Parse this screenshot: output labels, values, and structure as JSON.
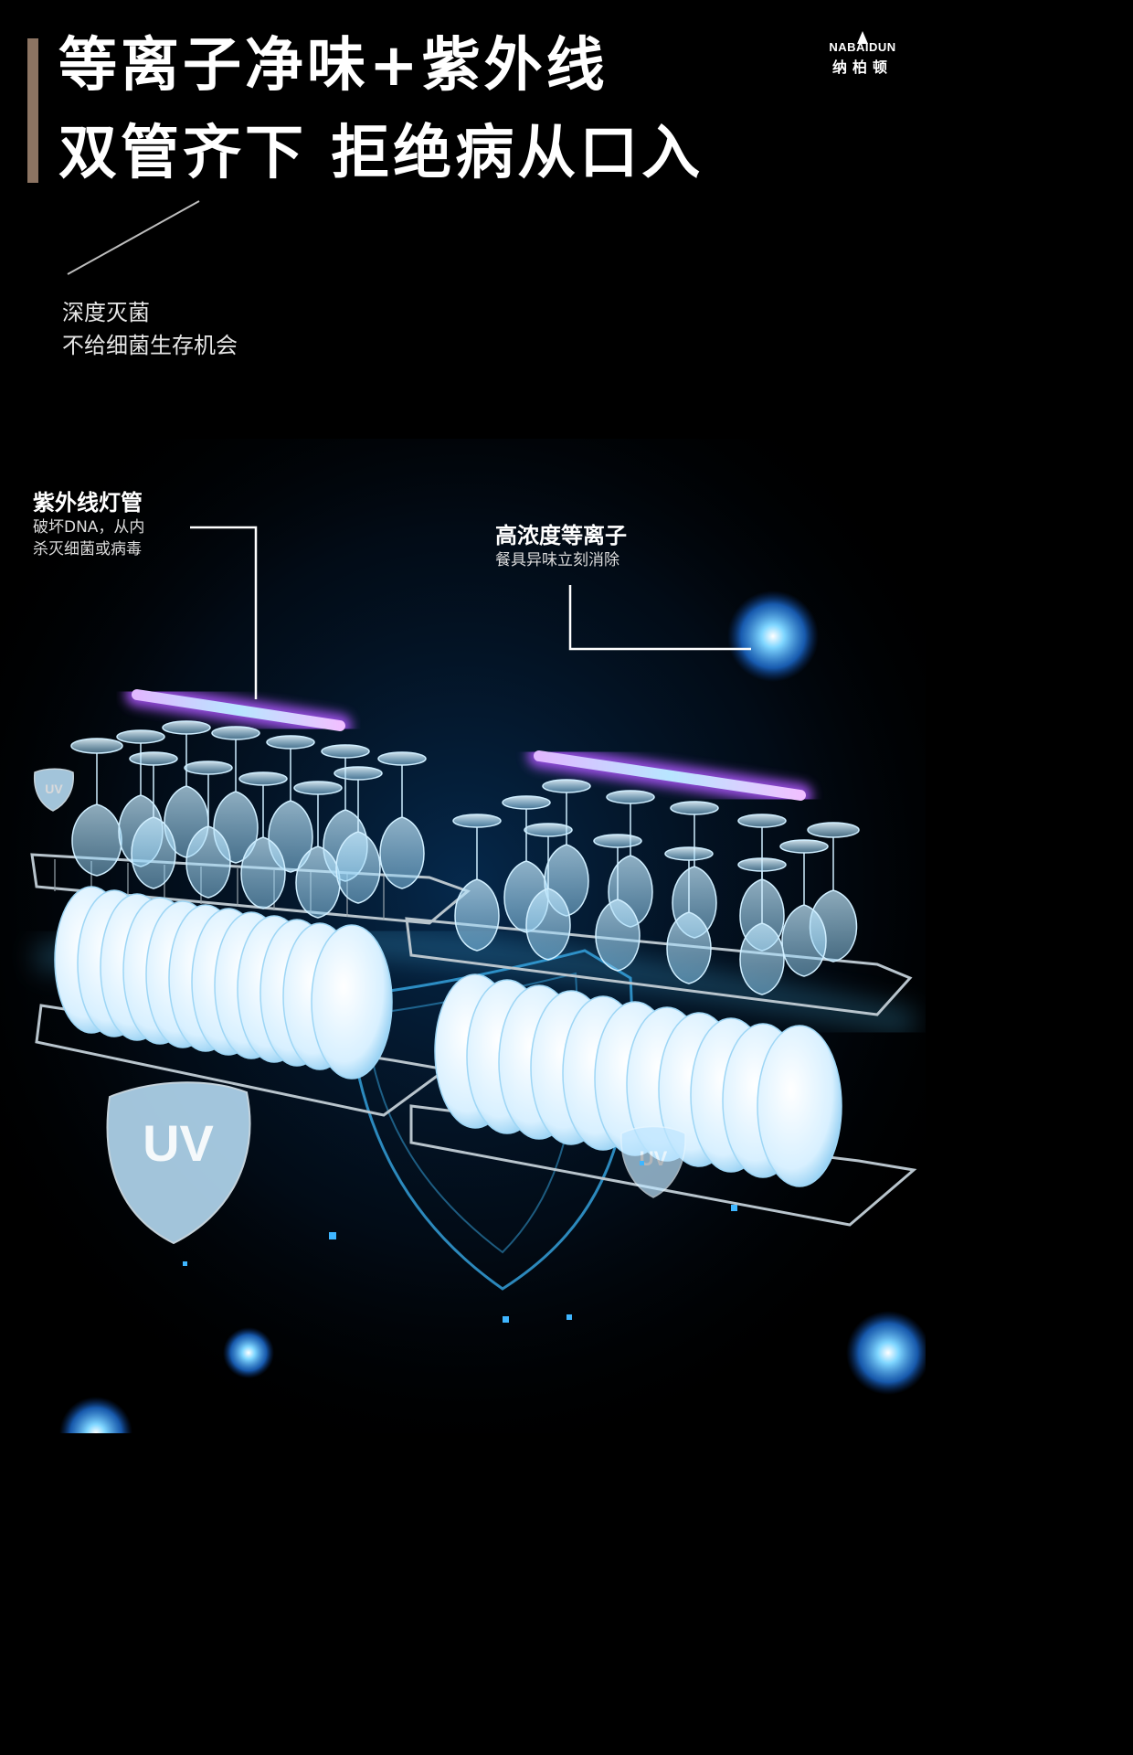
{
  "headline": {
    "line1": "等离子净味+紫外线",
    "line2": "双管齐下  拒绝病从口入"
  },
  "brand": {
    "name_en": "NABAIDUN",
    "name_cn": "纳柏顿"
  },
  "subtitle": {
    "line1": "深度灭菌",
    "line2": "不给细菌生存机会"
  },
  "uv_callout": {
    "title": "紫外线灯管",
    "line1": "破坏DNA，从内",
    "line2": "杀灭细菌或病毒"
  },
  "plasma_callout": {
    "title": "高浓度等离子",
    "line1": "餐具异味立刻消除"
  },
  "uv_badge_text": "UV",
  "colors": {
    "background": "#000000",
    "accent_bar": "#8c7462",
    "glow_blue": "#3fb6ff",
    "uv_purple": "#b266ff"
  }
}
